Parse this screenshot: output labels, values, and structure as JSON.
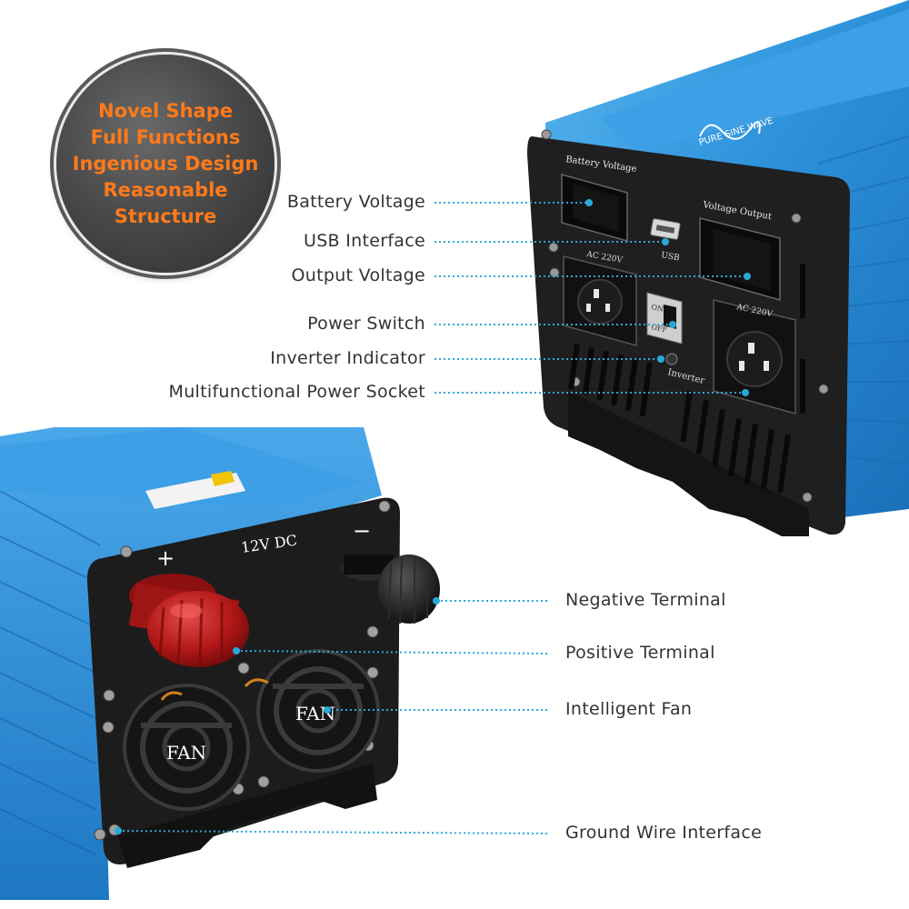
{
  "badge": {
    "lines": [
      "Novel Shape",
      "Full Functions",
      "Ingenious Design",
      "Reasonable",
      "Structure"
    ]
  },
  "front_panel": {
    "battery_voltage_label": "Battery Voltage",
    "voltage_output_label": "Voltage Output",
    "usb_label": "USB",
    "ac_left": "AC 220V",
    "ac_right": "AC 220V",
    "switch_on": "ON",
    "switch_off": "OFF",
    "inverter_label": "Inverter",
    "top_text": "PURE SINE WAVE"
  },
  "back_panel": {
    "dc_label": "12V DC",
    "plus": "+",
    "minus": "−",
    "fan_left": "FAN",
    "fan_right": "FAN"
  },
  "callouts_top": [
    "Battery Voltage",
    "USB Interface",
    "Output Voltage",
    "Power Switch",
    "Inverter Indicator",
    "Multifunctional Power Socket"
  ],
  "callouts_bottom": [
    "Negative Terminal",
    "Positive Terminal",
    "Intelligent Fan",
    "Ground Wire Interface"
  ],
  "colors": {
    "body_blue": "#2a8fd8",
    "panel_black": "#1e1e1e",
    "accent_orange": "#ff7a1a",
    "callout_line": "#2aa9d8"
  }
}
